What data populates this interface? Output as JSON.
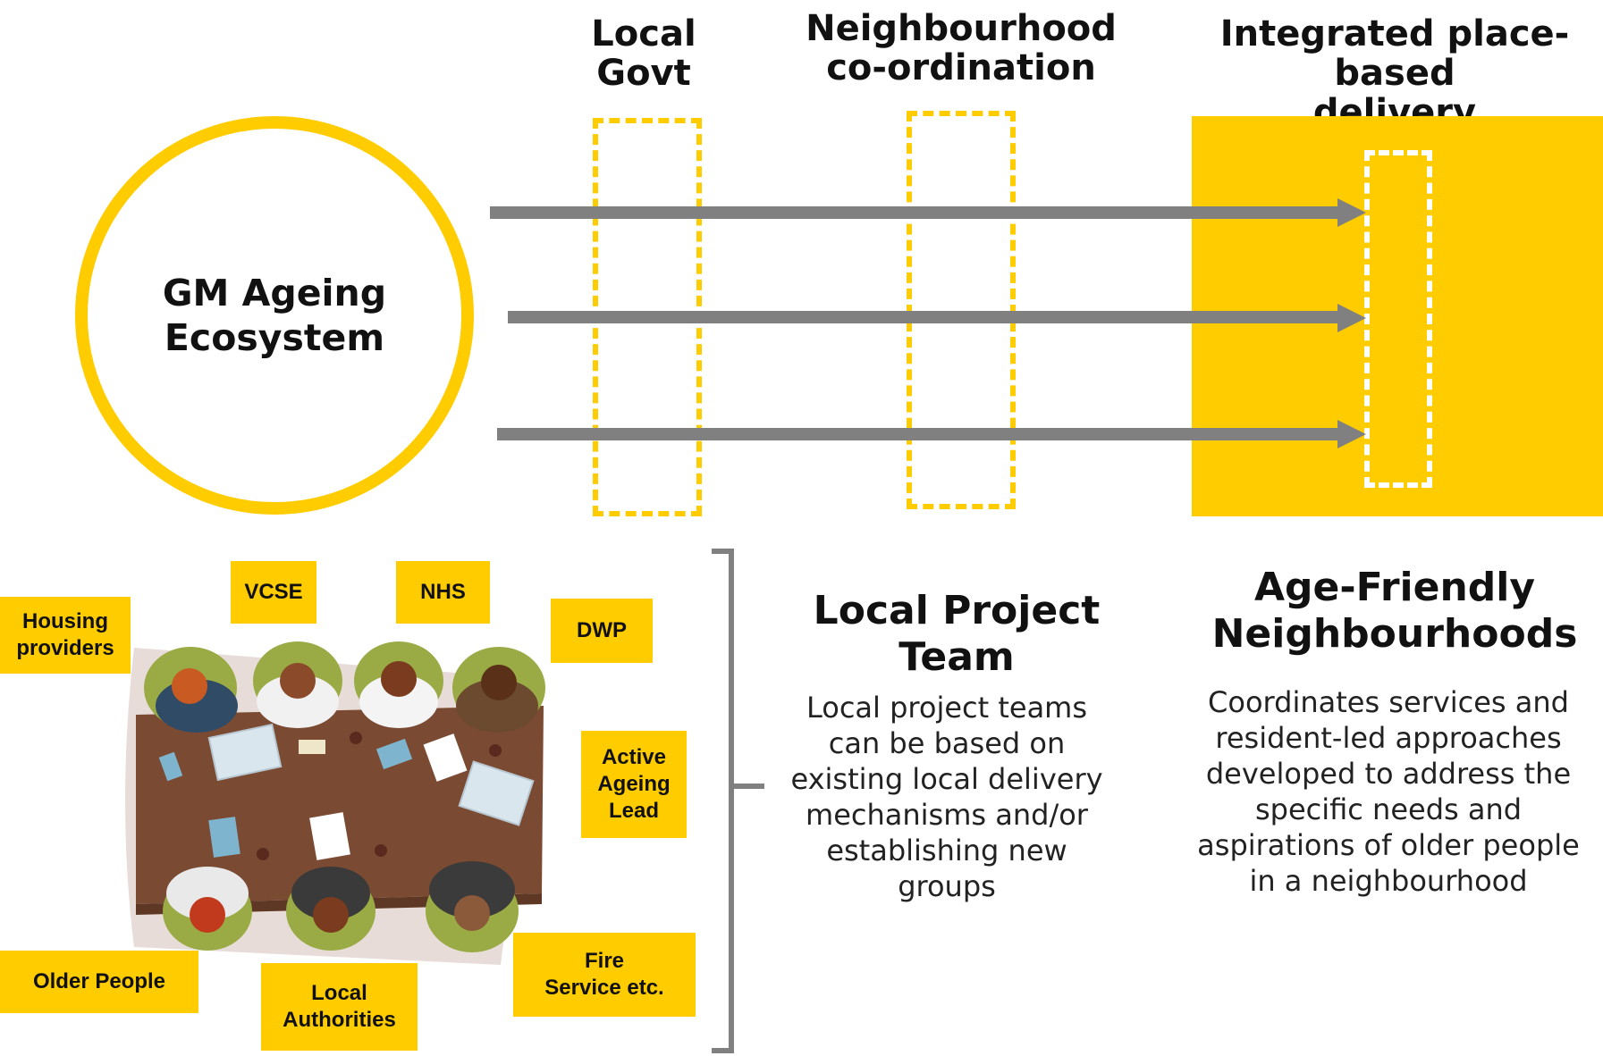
{
  "columns": {
    "local_govt": "Local\nGovt",
    "neighbourhood": "Neighbourhood\nco-ordination",
    "integrated": "Integrated place-based\ndelivery"
  },
  "ecosystem": {
    "label": "GM Ageing\nEcosystem"
  },
  "stakeholders": {
    "housing": "Housing\nproviders",
    "vcse": "VCSE",
    "nhs": "NHS",
    "dwp": "DWP",
    "active_ageing": "Active\nAgeing\nLead",
    "older_people": "Older People",
    "local_authorities": "Local\nAuthorities",
    "fire_service": "Fire\nService etc."
  },
  "project_team": {
    "title": "Local Project Team",
    "description": "Local project teams can be based on existing local delivery mechanisms and/or establishing new groups"
  },
  "age_friendly": {
    "title": "Age-Friendly\nNeighbourhoods",
    "description": "Coordinates services and resident-led approaches developed to address the specific needs and aspirations of older people in a neighbourhood"
  },
  "colors": {
    "accent": "#FFCC00",
    "arrow": "#808080",
    "text": "#111111",
    "table": "#7a4b32"
  }
}
